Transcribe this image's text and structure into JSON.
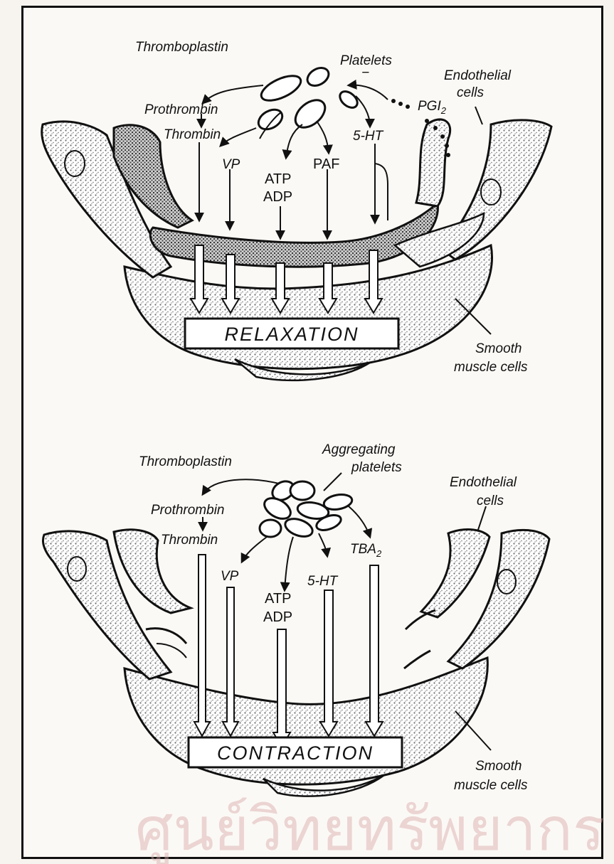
{
  "colors": {
    "ink": "#111111",
    "paper": "#fbf9f5",
    "stipple": "#7a7a7a",
    "watermark": "#d9a9a9"
  },
  "watermark": {
    "text": "ศูนย์วิทยทรัพยากร"
  },
  "panel_top": {
    "labels": {
      "thromboplastin": "Thromboplastin",
      "platelets": "Platelets",
      "minus": "−",
      "endothelial": "Endothelial",
      "endothelial2": "cells",
      "prothrombin": "Prothrombin",
      "pgi": "PGI",
      "pgi_sub": "2",
      "thrombin": "Thrombin",
      "ht": "5-HT",
      "vp": "VP",
      "atp": "ATP",
      "adp": "ADP",
      "paf": "PAF",
      "smooth": "Smooth",
      "smooth2": "muscle cells"
    },
    "result": "RELAXATION"
  },
  "panel_bottom": {
    "labels": {
      "thromboplastin": "Thromboplastin",
      "aggregating": "Aggregating",
      "aggregating2": "platelets",
      "endothelial": "Endothelial",
      "endothelial2": "cells",
      "prothrombin": "Prothrombin",
      "thrombin": "Thrombin",
      "tba": "TBA",
      "tba_sub": "2",
      "vp": "VP",
      "ht": "5-HT",
      "atp": "ATP",
      "adp": "ADP",
      "smooth": "Smooth",
      "smooth2": "muscle cells"
    },
    "result": "CONTRACTION"
  }
}
